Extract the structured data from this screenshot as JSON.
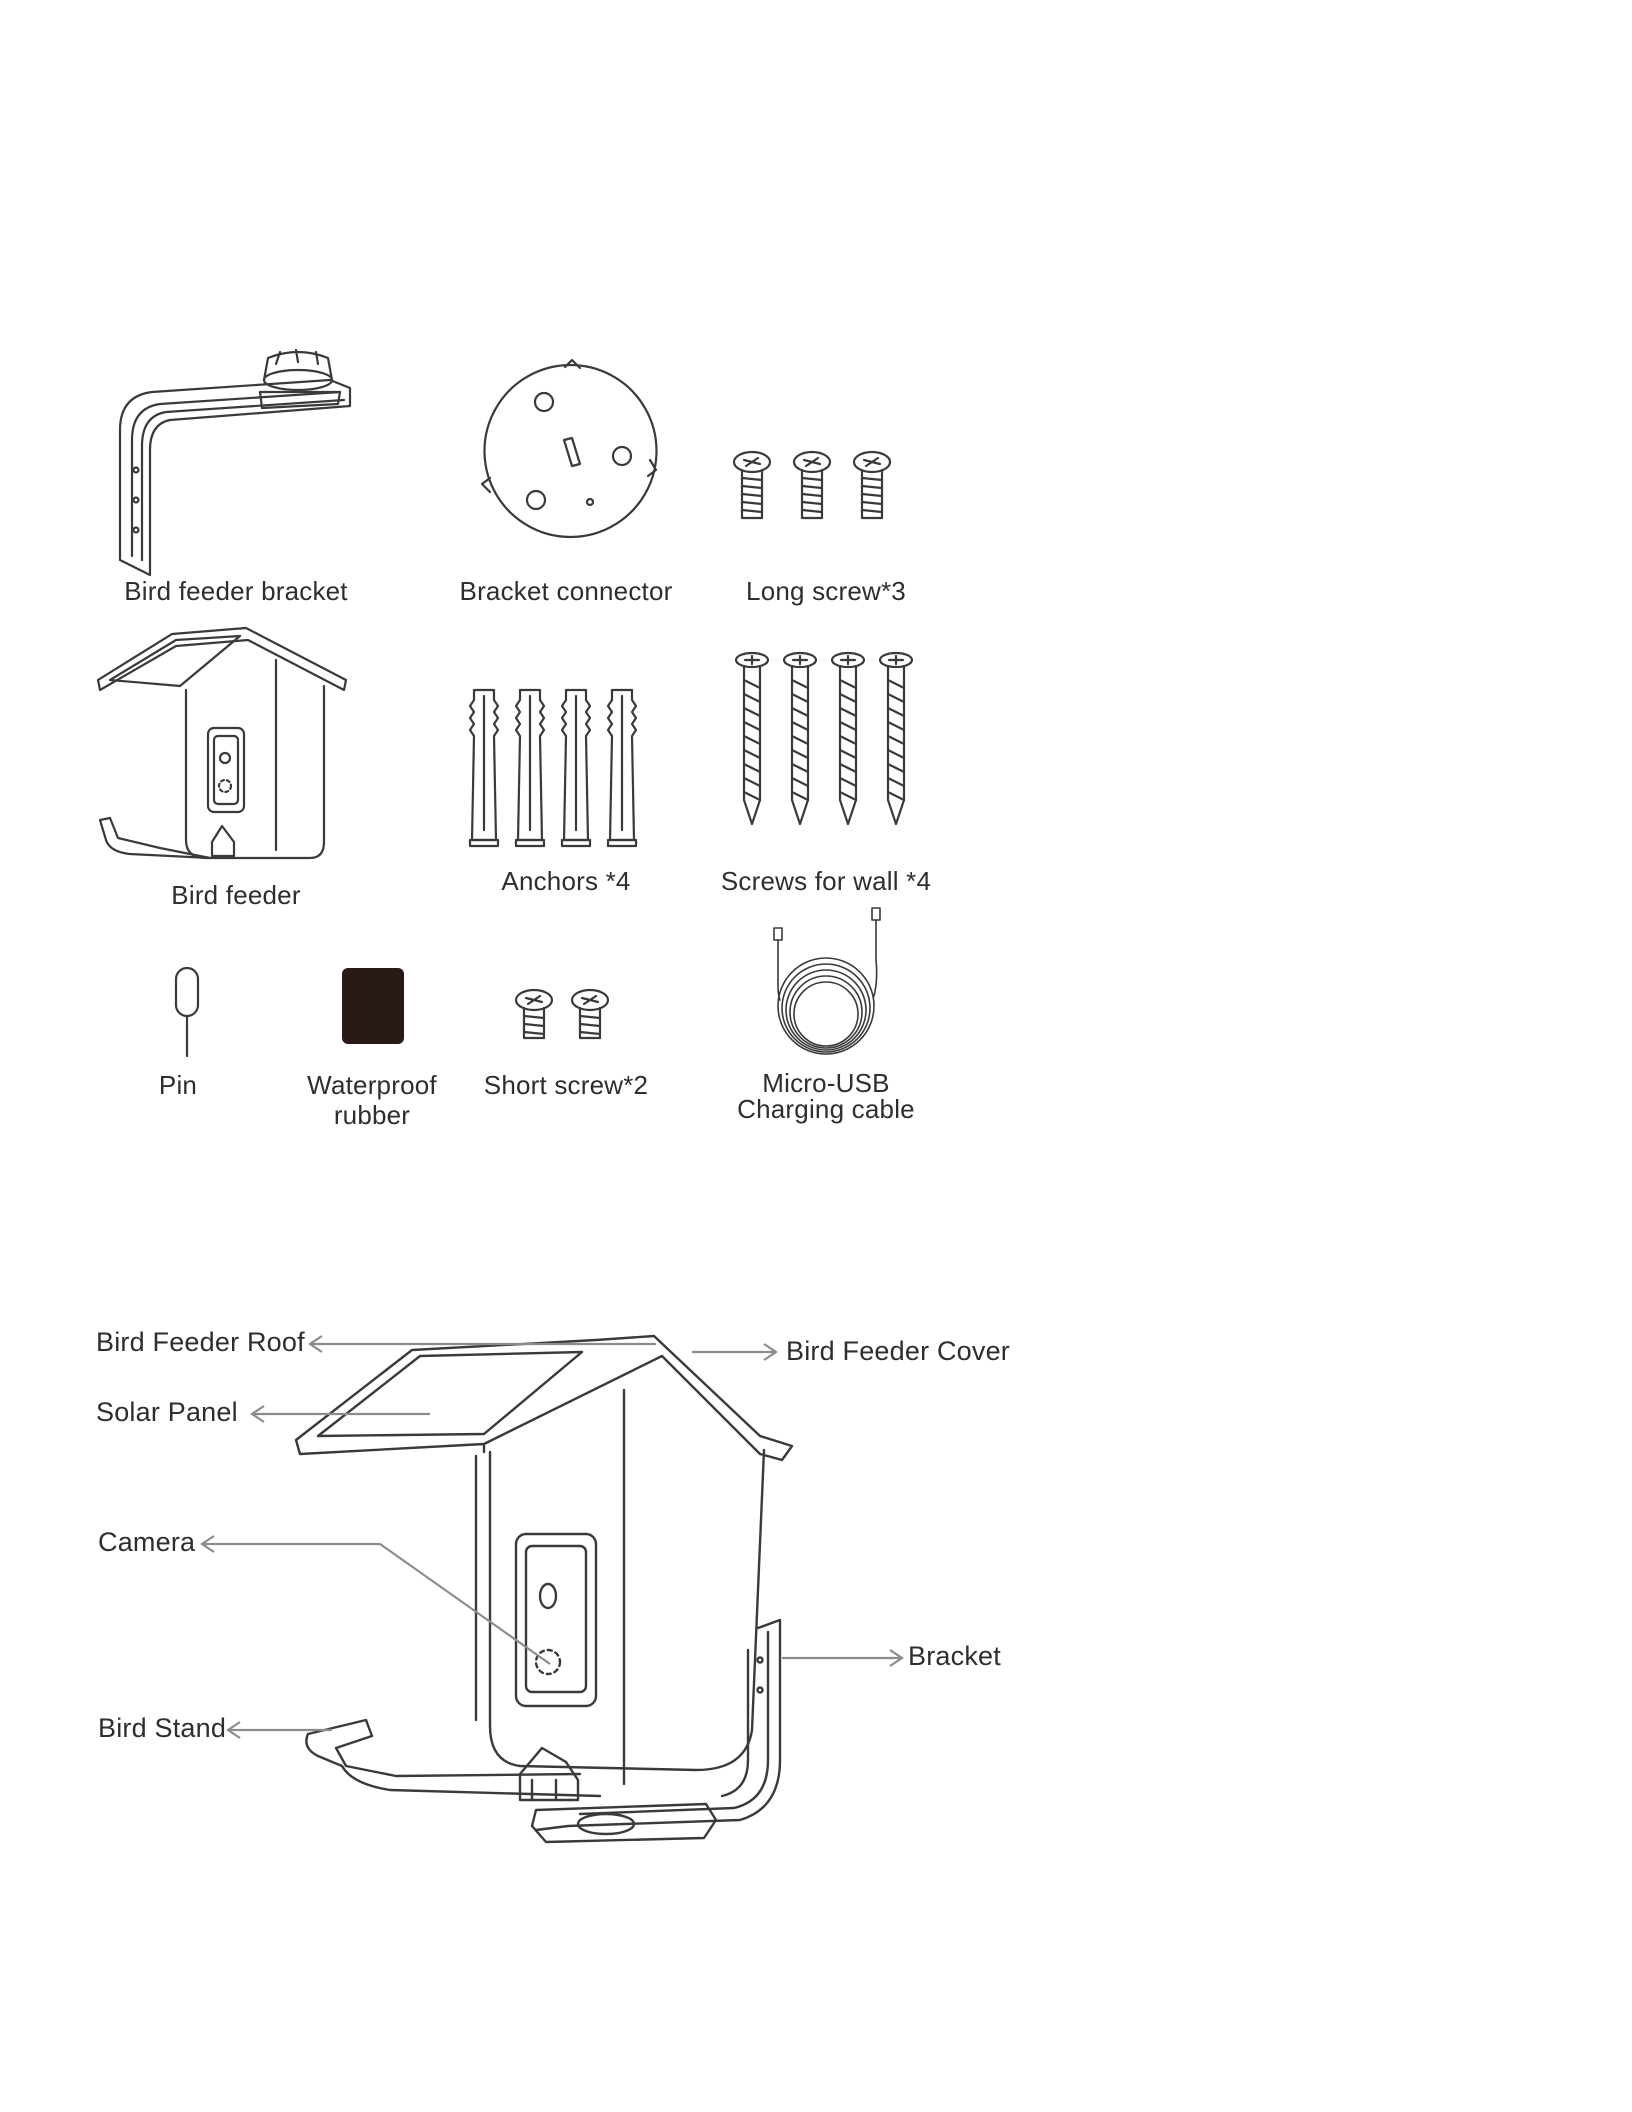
{
  "package_contents": {
    "items": [
      {
        "id": "bracket",
        "label": "Bird feeder bracket"
      },
      {
        "id": "connector",
        "label": "Bracket connector"
      },
      {
        "id": "long_screw",
        "label": "Long screw*3"
      },
      {
        "id": "feeder",
        "label": "Bird feeder"
      },
      {
        "id": "anchors",
        "label": "Anchors *4"
      },
      {
        "id": "wall_screws",
        "label": "Screws for wall *4"
      },
      {
        "id": "pin",
        "label": "Pin"
      },
      {
        "id": "rubber",
        "label": "Waterproof\nrubber"
      },
      {
        "id": "short_screw",
        "label": "Short screw*2"
      },
      {
        "id": "cable",
        "label": "Micro-USB\nCharging cable"
      }
    ]
  },
  "product_diagram": {
    "callouts": {
      "roof": "Bird Feeder Roof",
      "solar": "Solar Panel",
      "camera": "Camera",
      "stand": "Bird Stand",
      "cover": "Bird Feeder Cover",
      "bracket": "Bracket"
    }
  },
  "colors": {
    "line": "#3a3a3a",
    "arrow": "#8c8c8c",
    "rubber": "#2a1a17"
  }
}
